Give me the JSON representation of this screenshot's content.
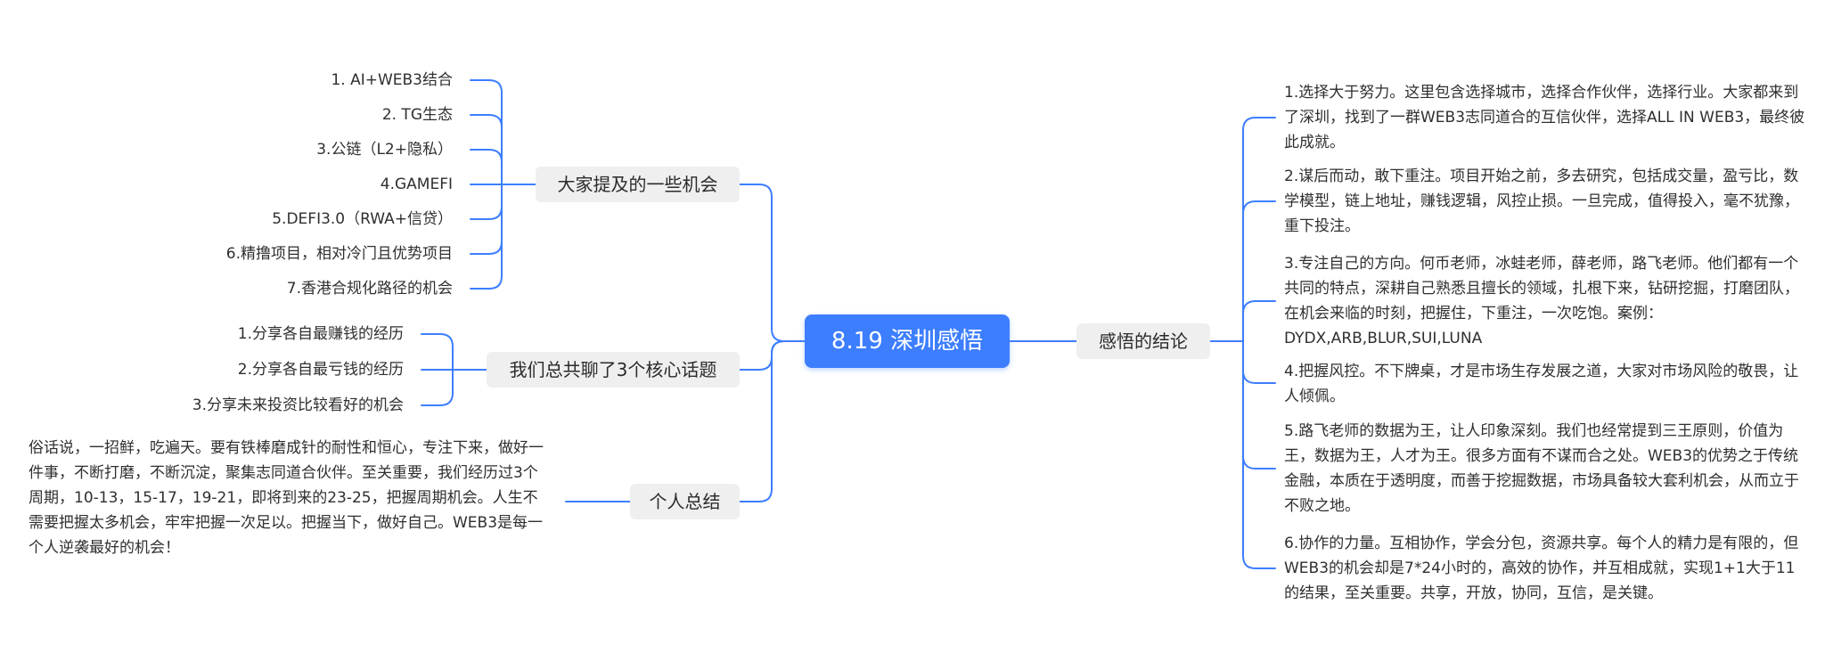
{
  "colors": {
    "central_bg": "#3d7eff",
    "connector": "#3d7eff",
    "topic_bg": "#efefef"
  },
  "central": {
    "title": "8.19 深圳感悟"
  },
  "left_topics": [
    {
      "title": "大家提及的一些机会",
      "items": [
        "1. AI+WEB3结合",
        "2. TG生态",
        "3.公链（L2+隐私）",
        "4.GAMEFI",
        "5.DEFI3.0（RWA+信贷）",
        "6.精撸项目，相对冷门且优势项目",
        "7.香港合规化路径的机会"
      ]
    },
    {
      "title": "我们总共聊了3个核心话题",
      "items": [
        "1.分享各自最赚钱的经历",
        "2.分享各自最亏钱的经历",
        "3.分享未来投资比较看好的机会"
      ]
    },
    {
      "title": "个人总结",
      "paragraph": "俗话说，一招鲜，吃遍天。要有铁棒磨成针的耐性和恒心，专注下来，做好一件事，不断打磨，不断沉淀，聚集志同道合伙伴。至关重要，我们经历过3个周期，10-13，15-17，19-21，即将到来的23-25，把握周期机会。人生不需要把握太多机会，牢牢把握一次足以。把握当下，做好自己。WEB3是每一个人逆袭最好的机会！"
    }
  ],
  "right_topic": {
    "title": "感悟的结论",
    "items": [
      "1.选择大于努力。这里包含选择城市，选择合作伙伴，选择行业。大家都来到了深圳，找到了一群WEB3志同道合的互信伙伴，选择ALL IN WEB3，最终彼此成就。",
      "2.谋后而动，敢下重注。项目开始之前，多去研究，包括成交量，盈亏比，数学模型，链上地址，赚钱逻辑，风控止损。一旦完成，值得投入，毫不犹豫，重下投注。",
      "3.专注自己的方向。何币老师，冰蛙老师，薛老师，路飞老师。他们都有一个共同的特点，深耕自己熟悉且擅长的领域，扎根下来，钻研挖掘，打磨团队，在机会来临的时刻，把握住，下重注，一次吃饱。案例：DYDX,ARB,BLUR,SUI,LUNA",
      "4.把握风控。不下牌桌，才是市场生存发展之道，大家对市场风险的敬畏，让人倾佩。",
      "5.路飞老师的数据为王，让人印象深刻。我们也经常提到三王原则，价值为王，数据为王，人才为王。很多方面有不谋而合之处。WEB3的优势之于传统金融，本质在于透明度，而善于挖掘数据，市场具备较大套利机会，从而立于不败之地。",
      "6.协作的力量。互相协作，学会分包，资源共享。每个人的精力是有限的，但WEB3的机会却是7*24小时的，高效的协作，并互相成就，实现1+1大于11的结果，至关重要。共享，开放，协同，互信，是关键。"
    ]
  }
}
